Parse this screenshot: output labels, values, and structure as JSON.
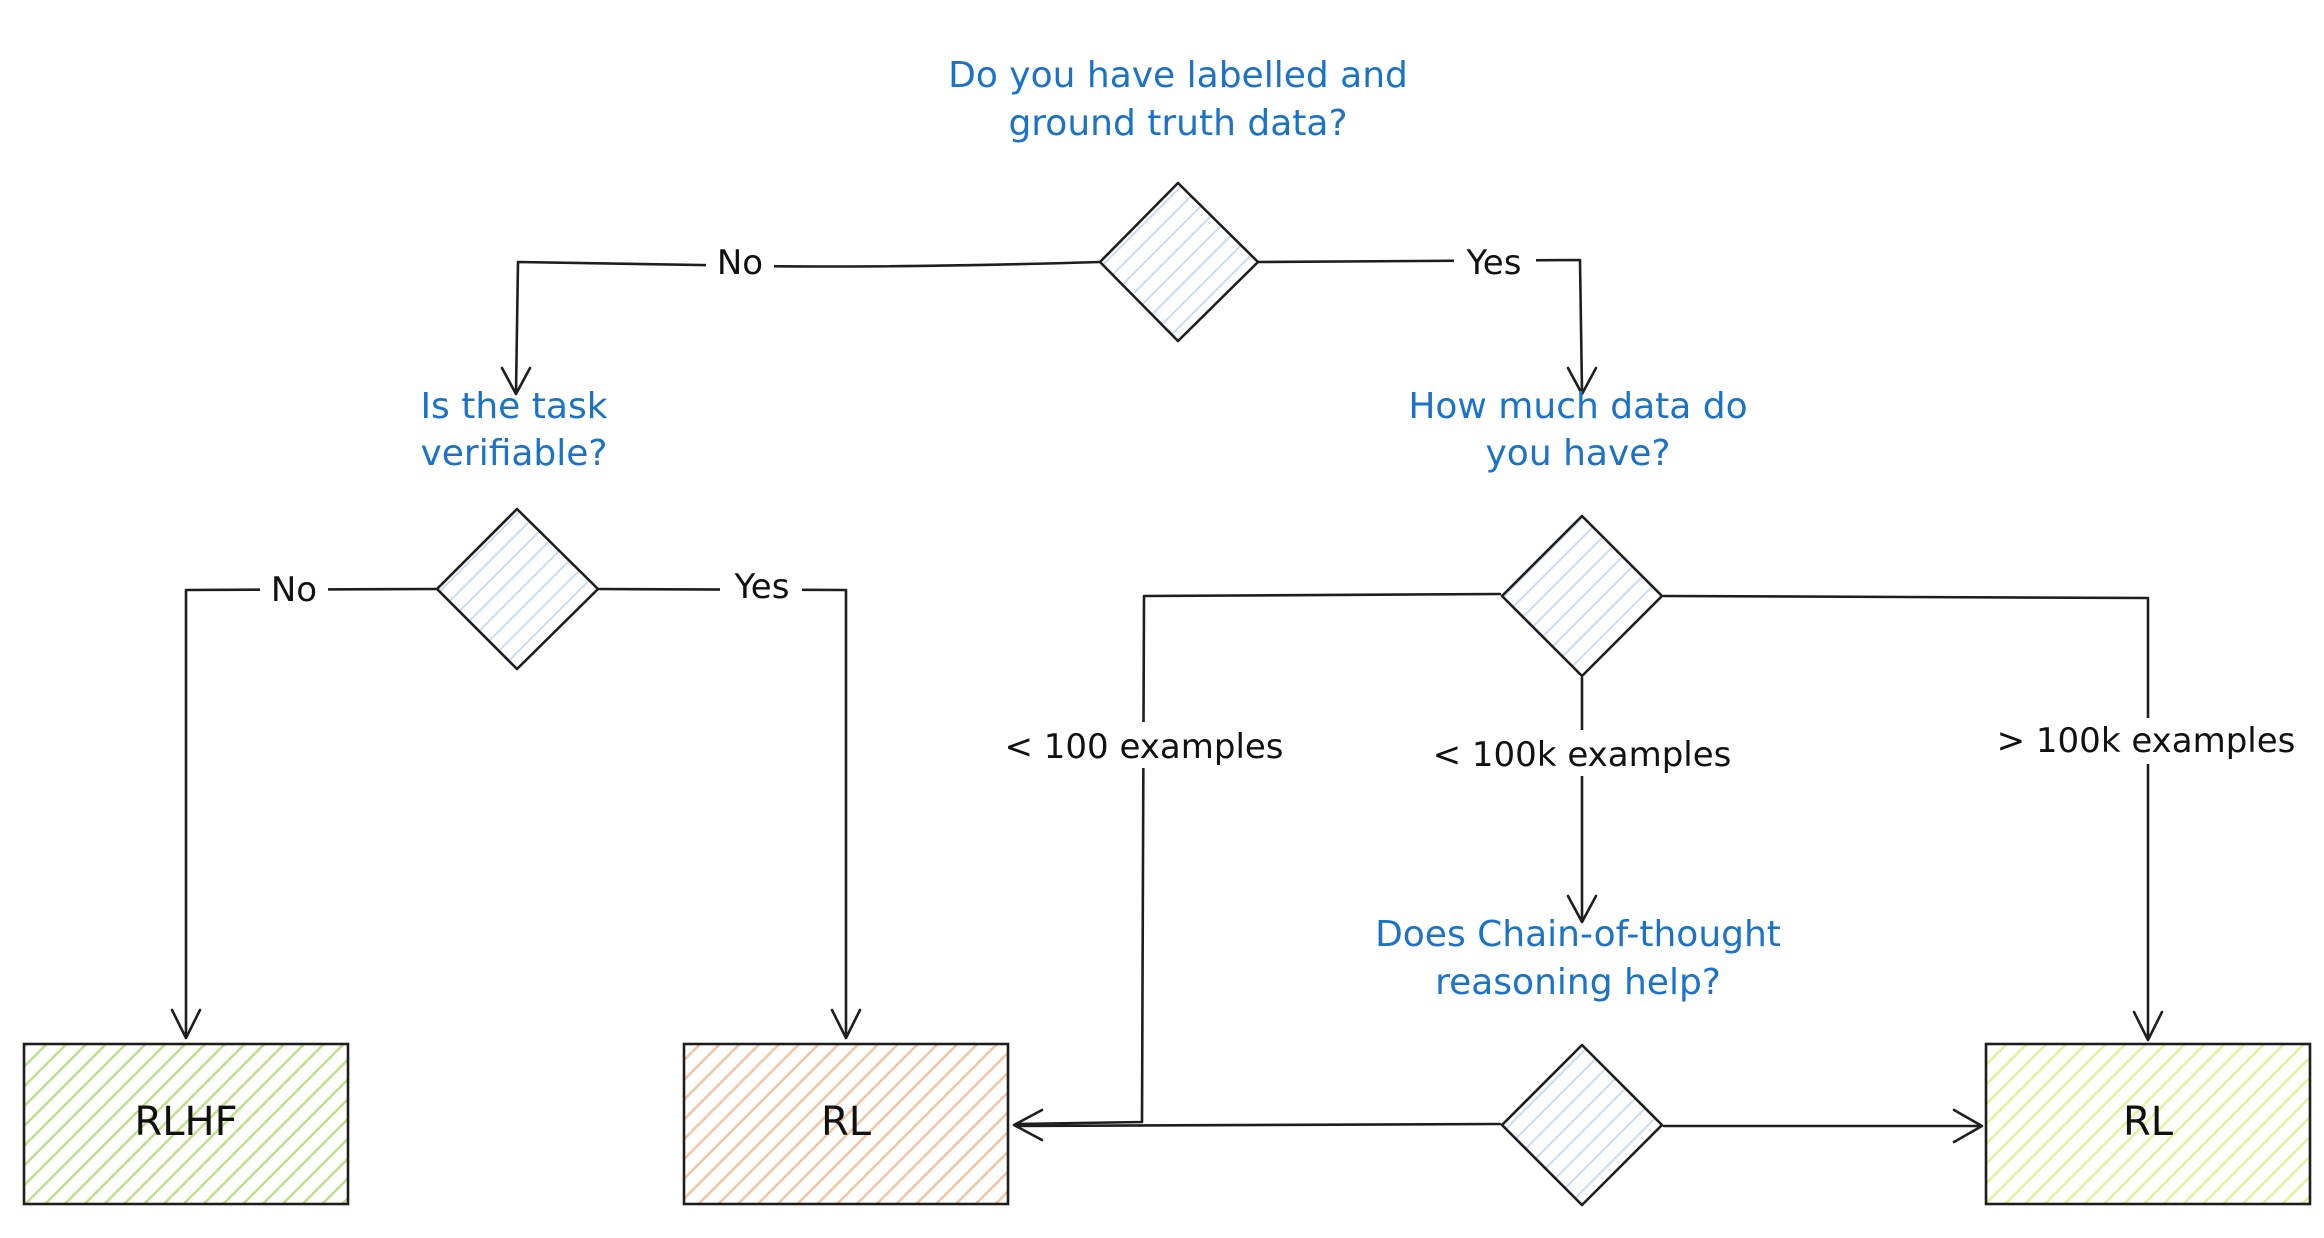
{
  "questions": {
    "q1": {
      "line1": "Do you have labelled and",
      "line2": "ground truth data?"
    },
    "q2": {
      "line1": "Is the task",
      "line2": "verifiable?"
    },
    "q3": {
      "line1": "How much data do",
      "line2": "you have?"
    },
    "q4": {
      "line1": "Does Chain-of-thought",
      "line2": "reasoning help?"
    }
  },
  "edge_labels": {
    "q1_no": "No",
    "q1_yes": "Yes",
    "q2_no": "No",
    "q2_yes": "Yes",
    "lt100": "< 100 examples",
    "lt100k": "< 100k examples",
    "gt100k": "> 100k examples"
  },
  "outcomes": {
    "rlhf": "RLHF",
    "rl_middle": "RL",
    "rl_right": "RL"
  },
  "colors": {
    "question_text": "#1a73c9",
    "diamond_fill": "#e7f1fb",
    "rlhf_fill": "#d7ecb3",
    "rl_middle_fill": "#f6d5bd",
    "rl_right_fill": "#eff6bd",
    "line": "#1e1e1e"
  }
}
